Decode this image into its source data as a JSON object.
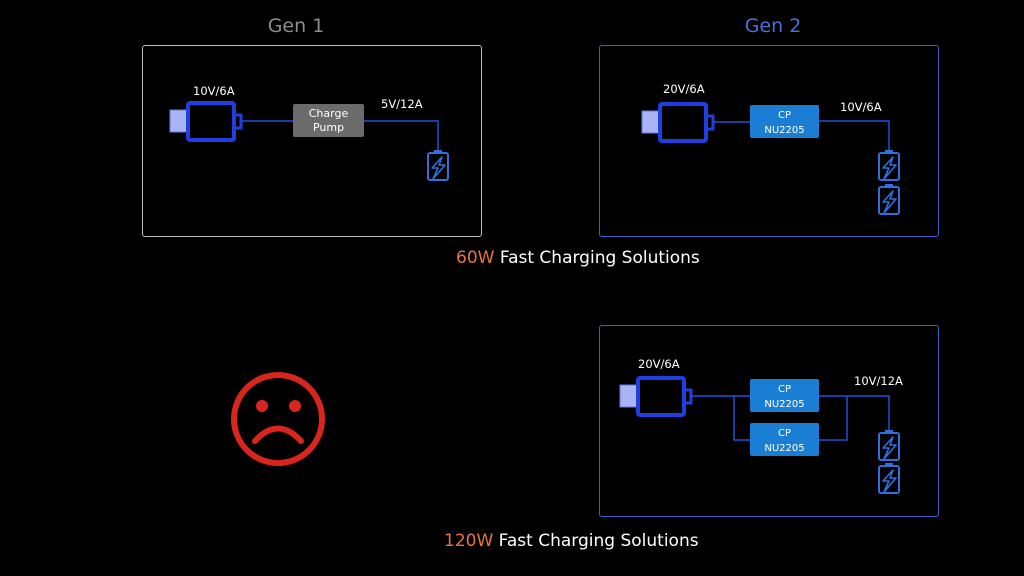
{
  "gen1": {
    "title": "Gen 1",
    "input_label": "10V/6A",
    "chip_line1": "Charge",
    "chip_line2": "Pump",
    "output_label": "5V/12A"
  },
  "gen2": {
    "title": "Gen 2",
    "input_label": "20V/6A",
    "chip_line1": "CP",
    "chip_line2": "NU2205",
    "output_label": "10V/6A"
  },
  "caption_60": {
    "watt": "60W",
    "text": "Fast Charging Solutions"
  },
  "gen120": {
    "input_label": "20V/6A",
    "chip1_line1": "CP",
    "chip1_line2": "NU2205",
    "chip2_line1": "CP",
    "chip2_line2": "NU2205",
    "output_label": "10V/12A"
  },
  "caption_120": {
    "watt": "120W",
    "text": "Fast Charging Solutions"
  },
  "colors": {
    "gen1_title": "#8c8c8c",
    "gen2_title": "#4a6fd6",
    "accent_orange": "#e8743b",
    "sad_face": "#d9261c",
    "wire_blue": "#2050d8",
    "chip_blue": "#1a7fd4",
    "chip_gray": "#6b6b6b"
  }
}
